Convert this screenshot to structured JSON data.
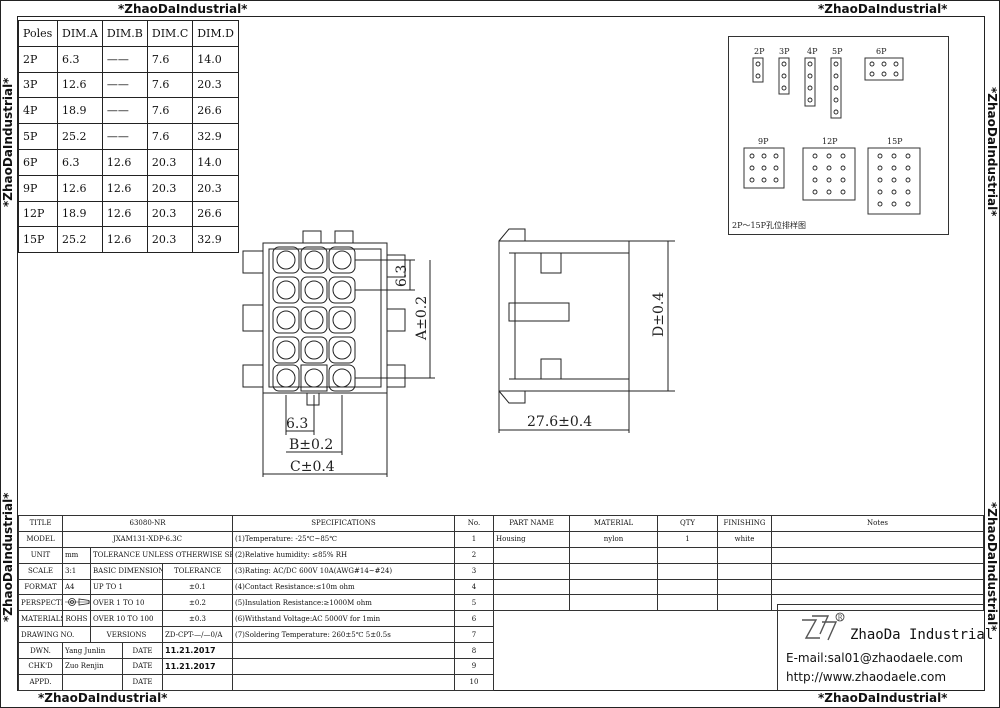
{
  "watermark": "*ZhaoDaIndustrial*",
  "dim_table": {
    "headers": [
      "Poles",
      "DIM.A",
      "DIM.B",
      "DIM.C",
      "DIM.D"
    ],
    "rows": [
      [
        "2P",
        "6.3",
        "——",
        "7.6",
        "14.0"
      ],
      [
        "3P",
        "12.6",
        "——",
        "7.6",
        "20.3"
      ],
      [
        "4P",
        "18.9",
        "——",
        "7.6",
        "26.6"
      ],
      [
        "5P",
        "25.2",
        "——",
        "7.6",
        "32.9"
      ],
      [
        "6P",
        "6.3",
        "12.6",
        "20.3",
        "14.0"
      ],
      [
        "9P",
        "12.6",
        "12.6",
        "20.3",
        "20.3"
      ],
      [
        "12P",
        "18.9",
        "12.6",
        "20.3",
        "26.6"
      ],
      [
        "15P",
        "25.2",
        "12.6",
        "20.3",
        "32.9"
      ]
    ]
  },
  "pin_layout": {
    "labels": [
      "2P",
      "3P",
      "4P",
      "5P",
      "6P",
      "9P",
      "12P",
      "15P"
    ],
    "caption": "2P～15P孔位排样图"
  },
  "front_view": {
    "dim_pitch_v": "6.3",
    "dim_a": "A±0.2",
    "dim_pitch_h": "6.3",
    "dim_b": "B±0.2",
    "dim_c": "C±0.4"
  },
  "side_view": {
    "dim_d": "D±0.4",
    "dim_len": "27.6±0.4"
  },
  "title_block": {
    "title_label": "TITLE",
    "title_value": "63080-NR",
    "model_label": "MODEL",
    "model_value": "JXAM131-XDP-6.3C",
    "unit_label": "UNIT",
    "unit_value": "mm",
    "tol_note": "TOLERANCE UNLESS OTHERWISE SPECIFIED",
    "scale_label": "SCALE",
    "scale_value": "3:1",
    "basic_dim": "BASIC DIMENSIONS",
    "tolerance": "TOLERANCE",
    "format_label": "FORMAT",
    "format_value": "A4",
    "range1": "UP TO 1",
    "tol1": "±0.1",
    "perspective_label": "PERSPECTIVE",
    "range2": "OVER 1 TO 10",
    "tol2": "±0.2",
    "materials_label": "MATERIALS",
    "materials_value": "ROHS",
    "range3": "OVER 10 TO 100",
    "tol3": "±0.3",
    "drawing_no_label": "DRAWING NO.",
    "versions_label": "VERSIONS",
    "versions_value": "ZD-CPT-—/—0/A",
    "dwn_label": "DWN.",
    "dwn_name": "Yang Junlin",
    "date_label": "DATE",
    "dwn_date": "11.21.2017",
    "chk_label": "CHK'D",
    "chk_name": "Zuo Renjin",
    "chk_date": "11.21.2017",
    "appd_label": "APPD."
  },
  "specs": {
    "header": "SPECIFICATIONS",
    "no_header": "No.",
    "items": [
      {
        "text": "(1)Temperature:  -25℃~85℃",
        "no": "1"
      },
      {
        "text": "(2)Relative humidity:  ≤85% RH",
        "no": "2"
      },
      {
        "text": "(3)Rating:  AC/DC  600V  10A(AWG#14~#24)",
        "no": "3"
      },
      {
        "text": "(4)Contact Resistance:≤10m ohm",
        "no": "4"
      },
      {
        "text": "(5)Insulation Resistance:≥1000M ohm",
        "no": "5"
      },
      {
        "text": "(6)Withstand Voltage:AC 5000V for 1min",
        "no": "6"
      },
      {
        "text": "(7)Soldering Temperature: 260±5℃ 5±0.5s",
        "no": "7"
      },
      {
        "text": "",
        "no": "8"
      },
      {
        "text": "",
        "no": "9"
      },
      {
        "text": "",
        "no": "10"
      }
    ]
  },
  "parts": {
    "headers": [
      "PART NAME",
      "MATERIAL",
      "QTY",
      "FINISHING",
      "Notes"
    ],
    "row": [
      "Housing",
      "nylon",
      "1",
      "white",
      ""
    ]
  },
  "company": {
    "name": "ZhaoDa Industrial",
    "email": "E-mail:sal01@zhaodaele.com",
    "web": "http://www.zhaodaele.com",
    "registered": "R"
  }
}
